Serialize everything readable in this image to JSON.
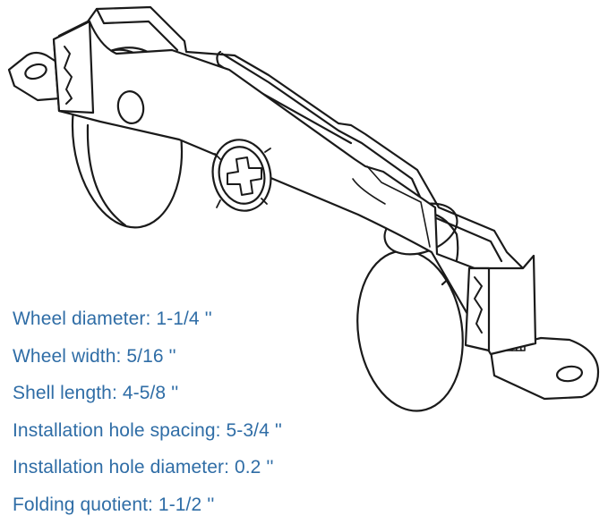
{
  "specs": [
    "Wheel diameter: 1-1/4 ''",
    "Wheel width: 5/16 ''",
    "Shell length: 4-5/8 ''",
    "Installation hole spacing: 5-3/4 ''",
    "Installation hole diameter: 0.2 ''",
    "Folding quotient: 1-1/2 ''"
  ],
  "colors": {
    "text": "#2f6da6",
    "outline": "#1a1a1a",
    "background": "#ffffff"
  },
  "icons": [
    "roller-assembly-illustration",
    "axle-screw-icon",
    "mounting-hole-icon",
    "adjustment-spring-icon"
  ]
}
